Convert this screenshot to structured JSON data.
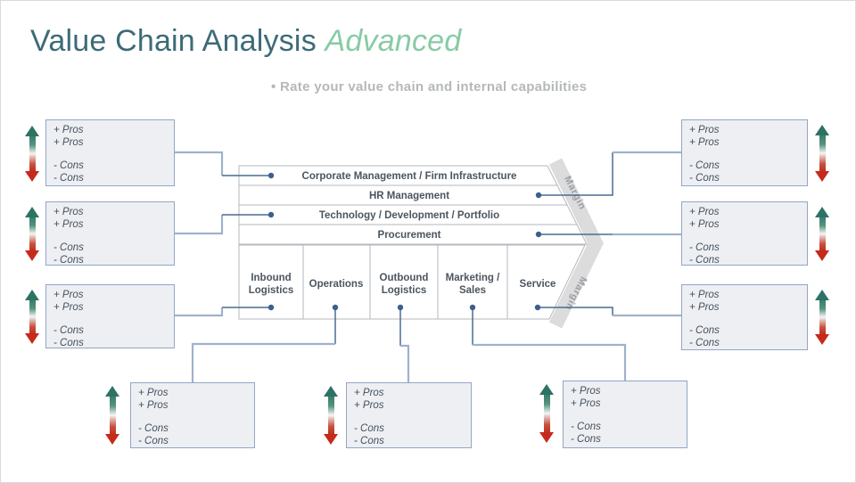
{
  "slide": {
    "title": "Value Chain Analysis",
    "title_accent": "Advanced",
    "subtitle_bullet": "•",
    "subtitle": "Rate your value chain and internal capabilities"
  },
  "value_chain": {
    "support_activities": [
      {
        "label": "Corporate Management / Firm Infrastructure"
      },
      {
        "label": "HR Management"
      },
      {
        "label": "Technology / Development / Portfolio"
      },
      {
        "label": "Procurement"
      }
    ],
    "primary_activities": [
      {
        "label": "Inbound Logistics",
        "lines": [
          "Inbound",
          "Logistics"
        ]
      },
      {
        "label": "Operations",
        "lines": [
          "Operations"
        ]
      },
      {
        "label": "Outbound Logistics",
        "lines": [
          "Outbound",
          "Logistics"
        ]
      },
      {
        "label": "Marketing / Sales",
        "lines": [
          "Marketing /",
          "Sales"
        ]
      },
      {
        "label": "Service",
        "lines": [
          "Service"
        ]
      }
    ],
    "margin_label": "Margin"
  },
  "pros_cons": {
    "lines": [
      "+ Pros",
      "+ Pros",
      "- Cons",
      "- Cons"
    ]
  },
  "colors": {
    "title_teal": "#3C6B77",
    "title_green": "#87CBA5",
    "subtitle_gray": "#B5B8BA",
    "label_gray_blue": "#4B5560",
    "pros_green": "#2E7265",
    "cons_red": "#C52A1B",
    "box_fill": "#EDEFF2",
    "box_border": "#93A5C6",
    "connector_dark": "#4A6B94",
    "connector_light": "#9FB2CB",
    "dot_blue": "#3D5F8C",
    "margin_band_gray": "#DCDCDC"
  }
}
